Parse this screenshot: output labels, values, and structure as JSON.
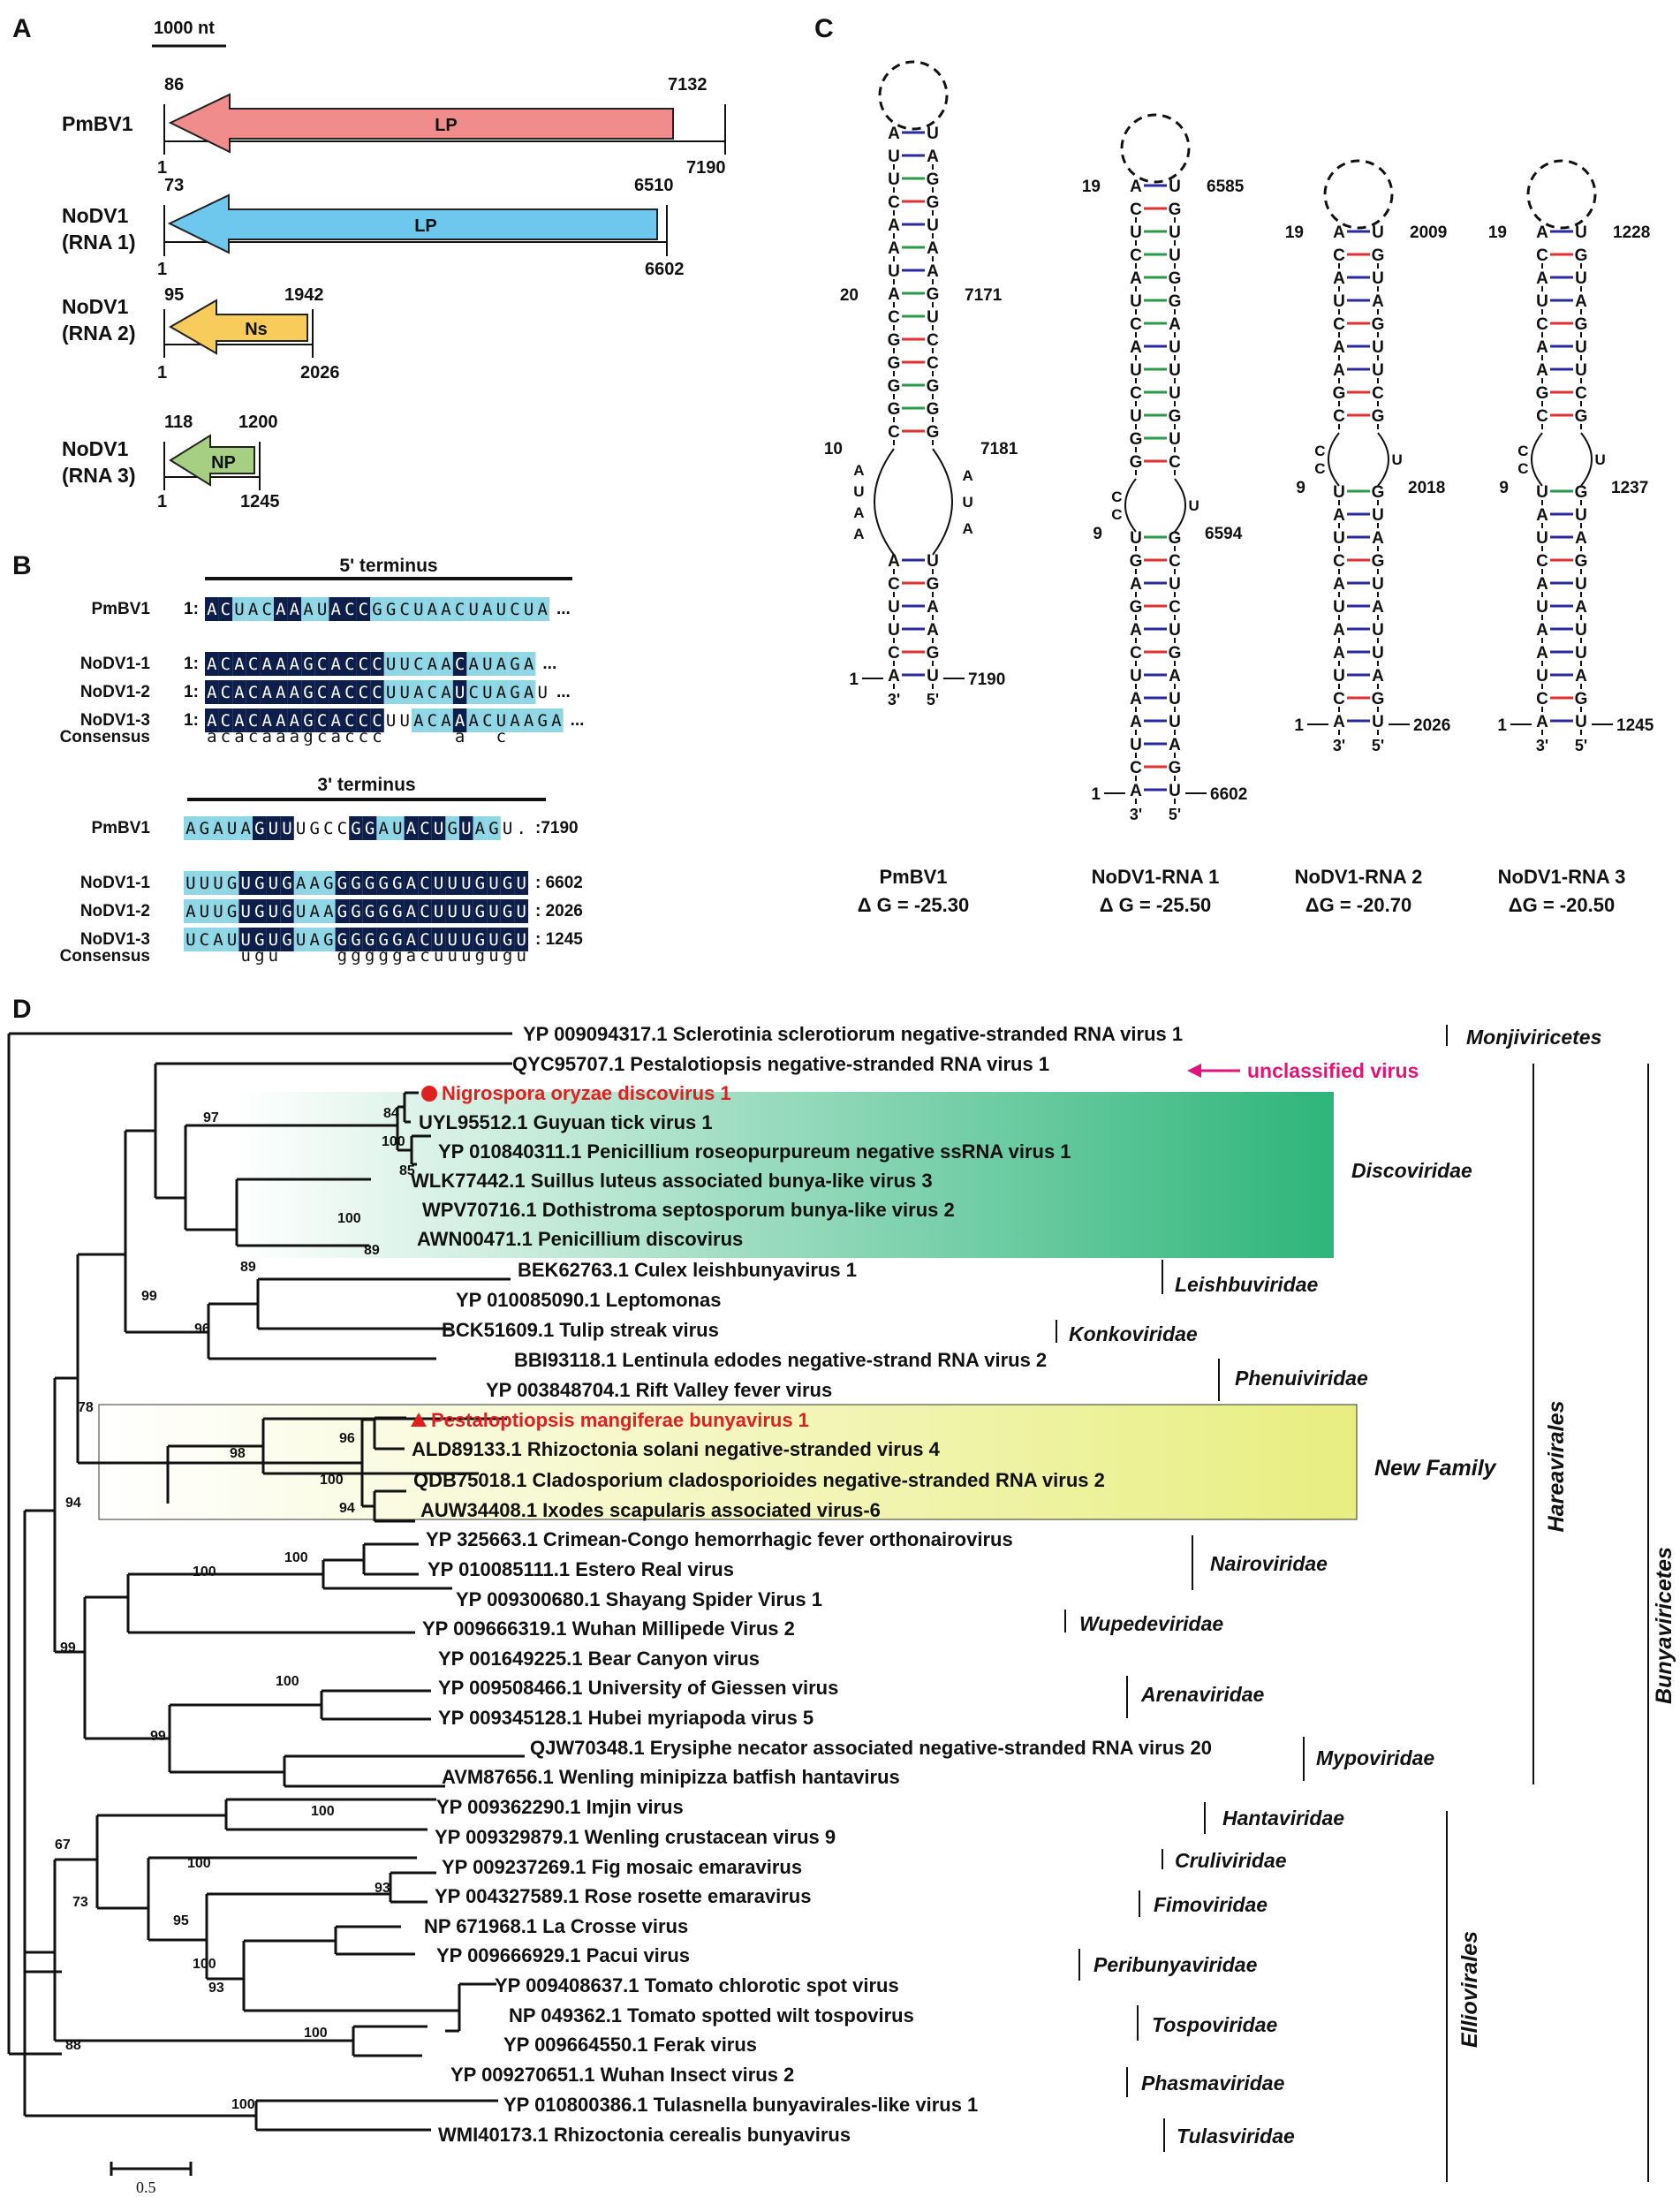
{
  "panels": {
    "a": "A",
    "b": "B",
    "c": "C",
    "d": "D"
  },
  "panel_a": {
    "scale_bar_label": "1000 nt",
    "genomes": [
      {
        "name": [
          "PmBV1"
        ],
        "five_prime": "1",
        "orf_start": "86",
        "orf_end": "7132",
        "length": "7190",
        "orf": "LP",
        "color": "#F08C8C"
      },
      {
        "name": [
          "NoDV1",
          "(RNA 1)"
        ],
        "five_prime": "1",
        "orf_start": "73",
        "orf_end": "6510",
        "length": "6602",
        "orf": "LP",
        "color": "#6EC8EE"
      },
      {
        "name": [
          "NoDV1",
          "(RNA 2)"
        ],
        "five_prime": "1",
        "orf_start": "95",
        "orf_end": "1942",
        "length": "2026",
        "orf": "Ns",
        "color": "#F8CC5A"
      },
      {
        "name": [
          "NoDV1",
          "(RNA 3)"
        ],
        "five_prime": "1",
        "orf_start": "118",
        "orf_end": "1200",
        "length": "1245",
        "orf": "NP",
        "color": "#A6CF82"
      }
    ]
  },
  "panel_b": {
    "five": {
      "title": "5' terminus",
      "rows": [
        {
          "label": "PmBV1",
          "pos": "1:",
          "seq": "ACUACAAAUACCGGCUAACUAUCUA",
          "shade": "DDLLLDDLLDDDLLLLLLLLLLLLL",
          "suffix": "..."
        },
        {
          "label": "NoDV1-1",
          "pos": "1:",
          "seq": "ACACAAAGCACCCUUCAACAUAGA",
          "shade": "DDDDDDDDDDDDDLLLLLDLLLLL",
          "suffix": "..."
        },
        {
          "label": "NoDV1-2",
          "pos": "1:",
          "seq": "ACACAAAGCACCCUUACAUCUAGAU",
          "shade": "DDDDDDDDDDDDDLLLLLDLLLLLN",
          "suffix": "..."
        },
        {
          "label": "NoDV1-3",
          "pos": "1:",
          "seq": "ACACAAAGCACCCUUACAAACUAAGA",
          "shade": "DDDDDDDDDDDDDNNLLLDLLLLLLL",
          "suffix": "..."
        }
      ],
      "consensus_label": "Consensus",
      "consensus": "acacaaagcaccc     a  c"
    },
    "three": {
      "title": "3' terminus",
      "rows": [
        {
          "label": "PmBV1",
          "pos": "",
          "seq": "AGAUAGUUUGCCGGAUACUGUAGU.",
          "shade": "LLLLLDDDNNNNDDLLDDDLDLLNN",
          "suffix": ":7190"
        },
        {
          "label": "NoDV1-1",
          "pos": "",
          "seq": "UUUGUGUGAAGGGGGGACUUUGUGU",
          "shade": "LLLLDDDDLLLDDDDDDDDDDDDDD",
          "suffix": ": 6602"
        },
        {
          "label": "NoDV1-2",
          "pos": "",
          "seq": "AUUGUGUGUAAGGGGGACUUUGUGU",
          "shade": "LLLLDDDDLLLDDDDDDDDDDDDDD",
          "suffix": ": 2026"
        },
        {
          "label": "NoDV1-3",
          "pos": "",
          "seq": "UCAUUGUGUAGGGGGGACUUUGUGU",
          "shade": "LLLLDDDDLLLDDDDDDDDDDDDDD",
          "suffix": ": 1245"
        }
      ],
      "consensus_label": "Consensus",
      "consensus": "    ugu    gggggacuuugugu"
    }
  },
  "panel_c": {
    "structures": [
      {
        "name": "PmBV1",
        "dg": "Δ G = -25.30",
        "left": "A",
        "right": "U",
        "stem1L": "UUCAAUACGGGGC",
        "stem1R": "AGGUAAGUCCGGG",
        "loopL": "AUAA",
        "loopR": "AUA",
        "stem2L": "ACUUCA",
        "stem2R": "UGAAGU",
        "labels": {
          "n20": "20",
          "n7171": "7171",
          "n10": "10",
          "n7181": "7181",
          "n1": "1",
          "n7190": "7190"
        }
      },
      {
        "name": "NoDV1-RNA 1",
        "dg": "Δ G = -25.50",
        "left": "A",
        "right": "U",
        "stem1L": "CUCAUCAUCUGG",
        "stem1R": "GUUGGAUUUGUC",
        "loopL": "CC",
        "loopR": "U",
        "stem2L": "UGAGACUAAUCA",
        "stem2R": "GCUCUGAUUAGU",
        "labels": {
          "n19": "19",
          "n6585": "6585",
          "n9": "9",
          "n6594": "6594",
          "n1": "1",
          "n6602": "6602"
        }
      },
      {
        "name": "NoDV1-RNA 2",
        "dg": "ΔG = -20.70",
        "left": "A",
        "right": "U",
        "stem1L": "CAUCAAGC",
        "stem1R": "GUAGUUCG",
        "loopL": "CC",
        "loopR": "U",
        "stem2L": "UAUCAUAAUCA",
        "stem2R": "GUAGUAUUAGU",
        "labels": {
          "n19": "19",
          "n2009": "2009",
          "n9": "9",
          "n2018": "2018",
          "n1": "1",
          "n2026": "2026"
        }
      },
      {
        "name": "NoDV1-RNA 3",
        "dg": "ΔG = -20.50",
        "left": "A",
        "right": "U",
        "stem1L": "CAUCAAGC",
        "stem1R": "GUAGUUCG",
        "loopL": "CC",
        "loopR": "U",
        "stem2L": "UAUCAUAAUCA",
        "stem2R": "GUAGUAUUAGU",
        "labels": {
          "n19": "19",
          "n1228": "1228",
          "n9": "9",
          "n1237": "1237",
          "n1": "1",
          "n1245": "1245"
        }
      }
    ],
    "three_prime": "3'",
    "five_prime": "5'"
  },
  "panel_d": {
    "scale_label": "0.5",
    "highlight_colors": {
      "discoviridae": "#2EB57A",
      "new_family": "#E8EE80"
    },
    "unclassified_label": "unclassified virus",
    "taxa": [
      {
        "id": "YP 009094317.1 Sclerotinia sclerotiorum negative-stranded RNA virus 1"
      },
      {
        "id": "QYC95707.1 Pestalotiopsis negative-stranded RNA virus 1"
      },
      {
        "id": "Nigrospora oryzae discovirus 1",
        "marker": "circle",
        "red": true
      },
      {
        "id": "UYL95512.1 Guyuan tick virus 1"
      },
      {
        "id": "YP 010840311.1 Penicillium roseopurpureum negative ssRNA virus 1"
      },
      {
        "id": "WLK77442.1 Suillus luteus associated bunya-like virus 3"
      },
      {
        "id": "WPV70716.1 Dothistroma septosporum bunya-like virus 2"
      },
      {
        "id": "AWN00471.1 Penicillium discovirus"
      },
      {
        "id": "BEK62763.1 Culex leishbunyavirus 1"
      },
      {
        "id": "YP 010085090.1 Leptomonas"
      },
      {
        "id": "BCK51609.1 Tulip streak virus"
      },
      {
        "id": "BBI93118.1 Lentinula edodes negative-strand RNA virus 2"
      },
      {
        "id": "YP 003848704.1 Rift Valley fever virus"
      },
      {
        "id": "Pestaloptiopsis mangiferae bunyavirus 1",
        "marker": "triangle",
        "red": true
      },
      {
        "id": "ALD89133.1 Rhizoctonia solani negative-stranded virus 4"
      },
      {
        "id": "QDB75018.1 Cladosporium cladosporioides negative-stranded RNA virus 2"
      },
      {
        "id": "AUW34408.1 Ixodes scapularis associated virus-6"
      },
      {
        "id": "YP 325663.1 Crimean-Congo hemorrhagic fever orthonairovirus"
      },
      {
        "id": "YP 010085111.1 Estero Real virus"
      },
      {
        "id": "YP 009300680.1 Shayang Spider Virus 1"
      },
      {
        "id": "YP 009666319.1 Wuhan Millipede Virus 2"
      },
      {
        "id": "YP 001649225.1 Bear Canyon virus"
      },
      {
        "id": "YP 009508466.1 University of Giessen virus"
      },
      {
        "id": "YP 009345128.1 Hubei myriapoda virus 5"
      },
      {
        "id": "QJW70348.1 Erysiphe necator associated negative-stranded RNA virus 20"
      },
      {
        "id": "AVM87656.1 Wenling minipizza batfish hantavirus"
      },
      {
        "id": "YP 009362290.1 Imjin virus"
      },
      {
        "id": "YP 009329879.1 Wenling crustacean virus 9"
      },
      {
        "id": "YP 009237269.1 Fig mosaic emaravirus"
      },
      {
        "id": "YP 004327589.1 Rose rosette emaravirus"
      },
      {
        "id": "NP 671968.1 La Crosse virus"
      },
      {
        "id": "YP 009666929.1 Pacui virus"
      },
      {
        "id": "YP 009408637.1 Tomato chlorotic spot virus"
      },
      {
        "id": "NP 049362.1 Tomato spotted wilt tospovirus"
      },
      {
        "id": "YP 009664550.1 Ferak virus"
      },
      {
        "id": "YP 009270651.1 Wuhan Insect virus 2"
      },
      {
        "id": "YP 010800386.1 Tulasnella bunyavirales-like virus 1"
      },
      {
        "id": "WMI40173.1 Rhizoctonia cerealis bunyavirus"
      }
    ],
    "bootstrap": [
      "84",
      "100",
      "85",
      "97",
      "100",
      "89",
      "89",
      "96",
      "99",
      "98",
      "78",
      "96",
      "100",
      "94",
      "94",
      "100",
      "100",
      "99",
      "100",
      "99",
      "100",
      "100",
      "93",
      "95",
      "100",
      "93",
      "67",
      "73",
      "100",
      "88",
      "100",
      "100"
    ],
    "families": [
      "Monjiviricetes",
      "Discoviridae",
      "Leishbuviridae",
      "Konkoviridae",
      "Phenuiviridae",
      "New Family",
      "Nairoviridae",
      "Wupedeviridae",
      "Arenaviridae",
      "Mypoviridae",
      "Hantaviridae",
      "Cruliviridae",
      "Fimoviridae",
      "Peribunyaviridae",
      "Tospoviridae",
      "Phasmaviridae",
      "Tulasviridae"
    ],
    "orders": {
      "hareavirales": "Hareavirales",
      "ellioviriales": "Elliovirales",
      "bunyaviricetes": "Bunyaviricetes"
    }
  }
}
